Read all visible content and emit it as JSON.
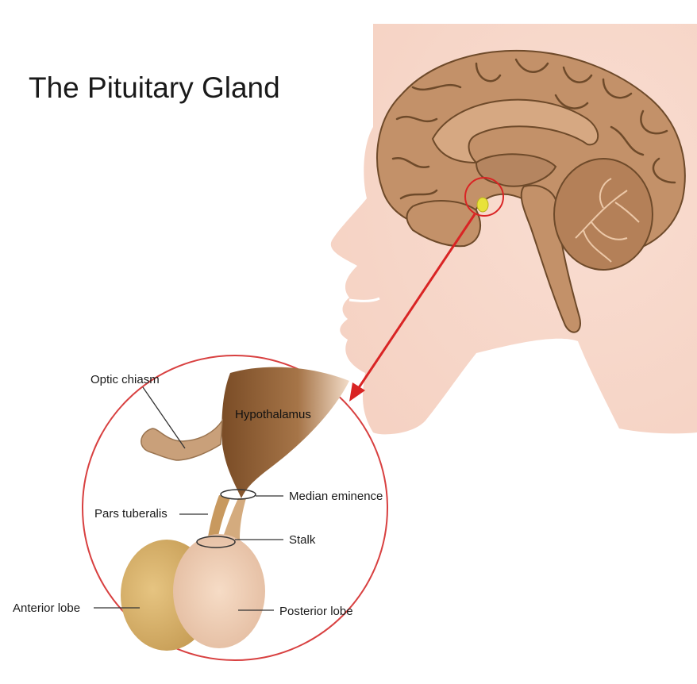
{
  "title": "The Pituitary Gland",
  "labels": {
    "optic_chiasm": "Optic chiasm",
    "hypothalamus": "Hypothalamus",
    "median_eminence": "Median eminence",
    "pars_tuberalis": "Pars tuberalis",
    "stalk": "Stalk",
    "anterior_lobe": "Anterior lobe",
    "posterior_lobe": "Posterior lobe"
  },
  "colors": {
    "skin": "#f7d9cc",
    "brain": "#c09068",
    "brain_dark": "#6e4a2a",
    "cerebellum": "#b48058",
    "gland_highlight": "#e8e23a",
    "pointer": "#d92424",
    "anterior_lobe": "#d8b36c",
    "posterior_lobe": "#f0cdb2",
    "stalk": "#d4ab7e",
    "hypothalamus": "#8a5c34"
  }
}
